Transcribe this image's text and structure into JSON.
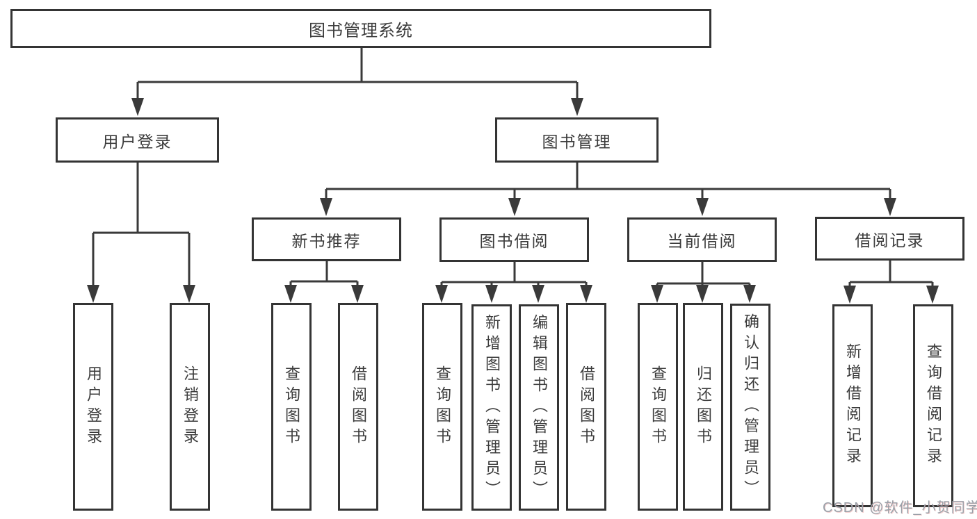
{
  "diagram": {
    "root": {
      "label": "图书管理系统"
    },
    "level2": [
      {
        "label": "用户登录"
      },
      {
        "label": "图书管理"
      }
    ],
    "level3": [
      {
        "label": "新书推荐"
      },
      {
        "label": "图书借阅"
      },
      {
        "label": "当前借阅"
      },
      {
        "label": "借阅记录"
      }
    ],
    "leaves": [
      {
        "label": "用户登录"
      },
      {
        "label": "注销登录"
      },
      {
        "label": "查询图书"
      },
      {
        "label": "借阅图书"
      },
      {
        "label": "查询图书"
      },
      {
        "label": "新增图书（管理员）"
      },
      {
        "label": "编辑图书（管理员）"
      },
      {
        "label": "借阅图书"
      },
      {
        "label": "查询图书"
      },
      {
        "label": "归还图书"
      },
      {
        "label": "确认归还（管理员）"
      },
      {
        "label": "新增借阅记录"
      },
      {
        "label": "查询借阅记录"
      }
    ],
    "line_color": "#3a3a3a",
    "border_color": "#343434",
    "text_color": "#3c3c3c"
  },
  "watermark": {
    "text": "CSDN @软件_小贺同学",
    "color": "#9aa0a8"
  }
}
